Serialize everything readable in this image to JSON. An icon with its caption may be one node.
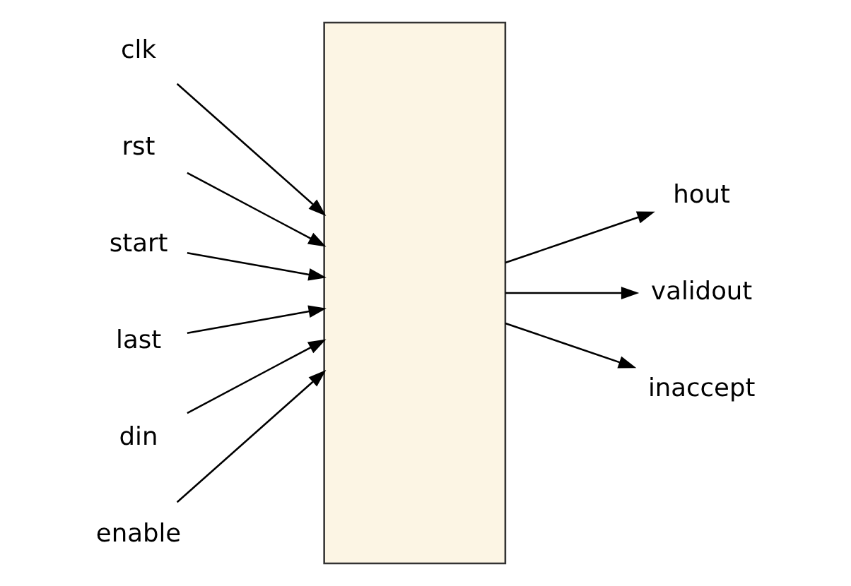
{
  "diagram": {
    "nodes": [
      {
        "text": [],
        "shape": "box"
      },
      {
        "text": [
          "clk"
        ]
      },
      {
        "text": [
          "rst"
        ]
      },
      {
        "text": [
          "start"
        ]
      },
      {
        "text": [
          "last"
        ]
      },
      {
        "text": [
          "din"
        ]
      },
      {
        "text": [
          "enable"
        ]
      },
      {
        "text": [
          "hout"
        ]
      },
      {
        "text": [
          "validout"
        ]
      },
      {
        "text": [
          "inaccept"
        ]
      }
    ],
    "edges": [
      {
        "from": 1,
        "to": 0,
        "arrow": "to"
      },
      {
        "from": 2,
        "to": 0,
        "arrow": "to"
      },
      {
        "from": 3,
        "to": 0,
        "arrow": "to"
      },
      {
        "from": 4,
        "to": 0,
        "arrow": "to"
      },
      {
        "from": 5,
        "to": 0,
        "arrow": "to"
      },
      {
        "from": 6,
        "to": 0,
        "arrow": "to"
      },
      {
        "from": 0,
        "to": 7,
        "arrow": "to"
      },
      {
        "from": 0,
        "to": 8,
        "arrow": "to"
      },
      {
        "from": 0,
        "to": 9,
        "arrow": "to"
      }
    ]
  }
}
